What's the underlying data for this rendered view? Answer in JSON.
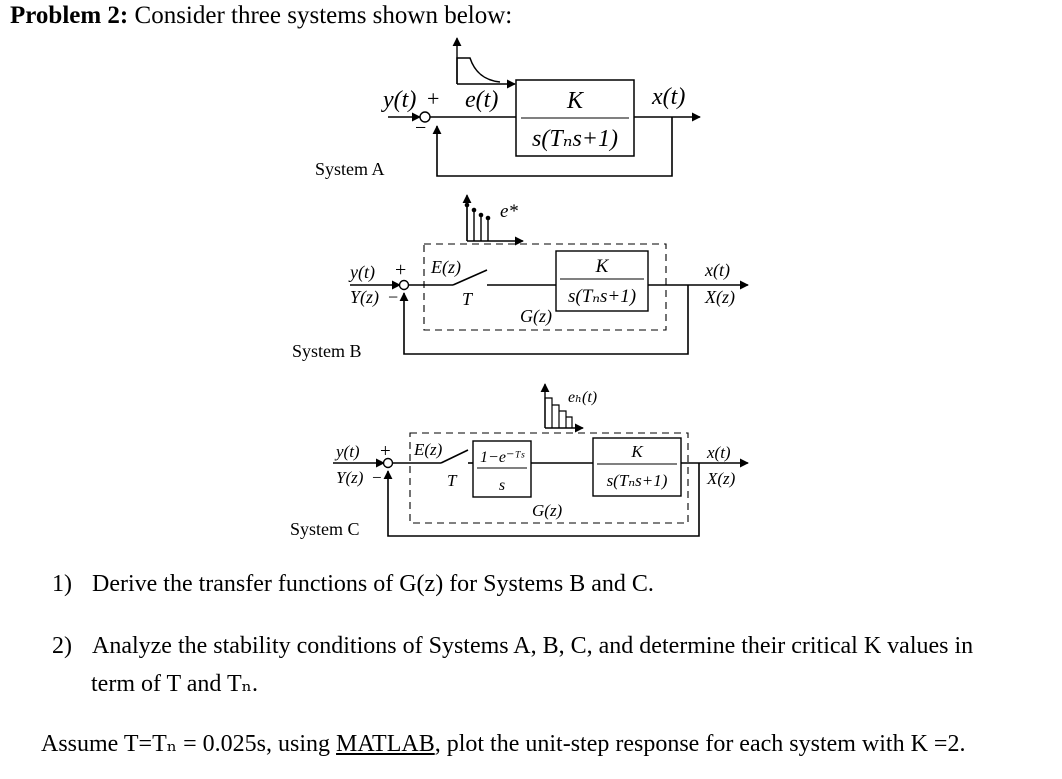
{
  "heading": {
    "label": "Problem 2:",
    "text": "Consider three systems shown below:"
  },
  "systems": {
    "a": {
      "name": "System A",
      "in_label": "y(t)",
      "plus": "+",
      "minus": "−",
      "err_label": "e(t)",
      "block_num": "K",
      "block_den": "s(Tₙs+1)",
      "out_label": "x(t)"
    },
    "b": {
      "name": "System B",
      "in_label": "y(t)",
      "in_z": "Y(z)",
      "plus": "+",
      "minus": "−",
      "err_z": "E(z)",
      "sampler": "T",
      "sample_label": "e*",
      "block_num": "K",
      "block_den": "s(Tₙs+1)",
      "g_label": "G(z)",
      "out_label": "x(t)",
      "out_z": "X(z)"
    },
    "c": {
      "name": "System C",
      "in_label": "y(t)",
      "in_z": "Y(z)",
      "plus": "+",
      "minus": "−",
      "err_z": "E(z)",
      "sampler": "T",
      "hold_label": "eₕ(t)",
      "zoh_num": "1−e⁻ᵀˢ",
      "zoh_den": "s",
      "block_num": "K",
      "block_den": "s(Tₙs+1)",
      "g_label": "G(z)",
      "out_label": "x(t)",
      "out_z": "X(z)"
    }
  },
  "questions": [
    {
      "num": "1)",
      "text": "Derive the transfer functions of G(z) for Systems B and C."
    },
    {
      "num": "2)",
      "text": "Analyze the stability conditions of Systems A, B, C, and determine their critical K values in",
      "cont": "term of T and Tₙ."
    }
  ],
  "assumption": {
    "before": "Assume T=Tₙ = 0.025s, using ",
    "link": "MATLAB",
    "after": ", plot the unit-step response for each system with K =2."
  }
}
